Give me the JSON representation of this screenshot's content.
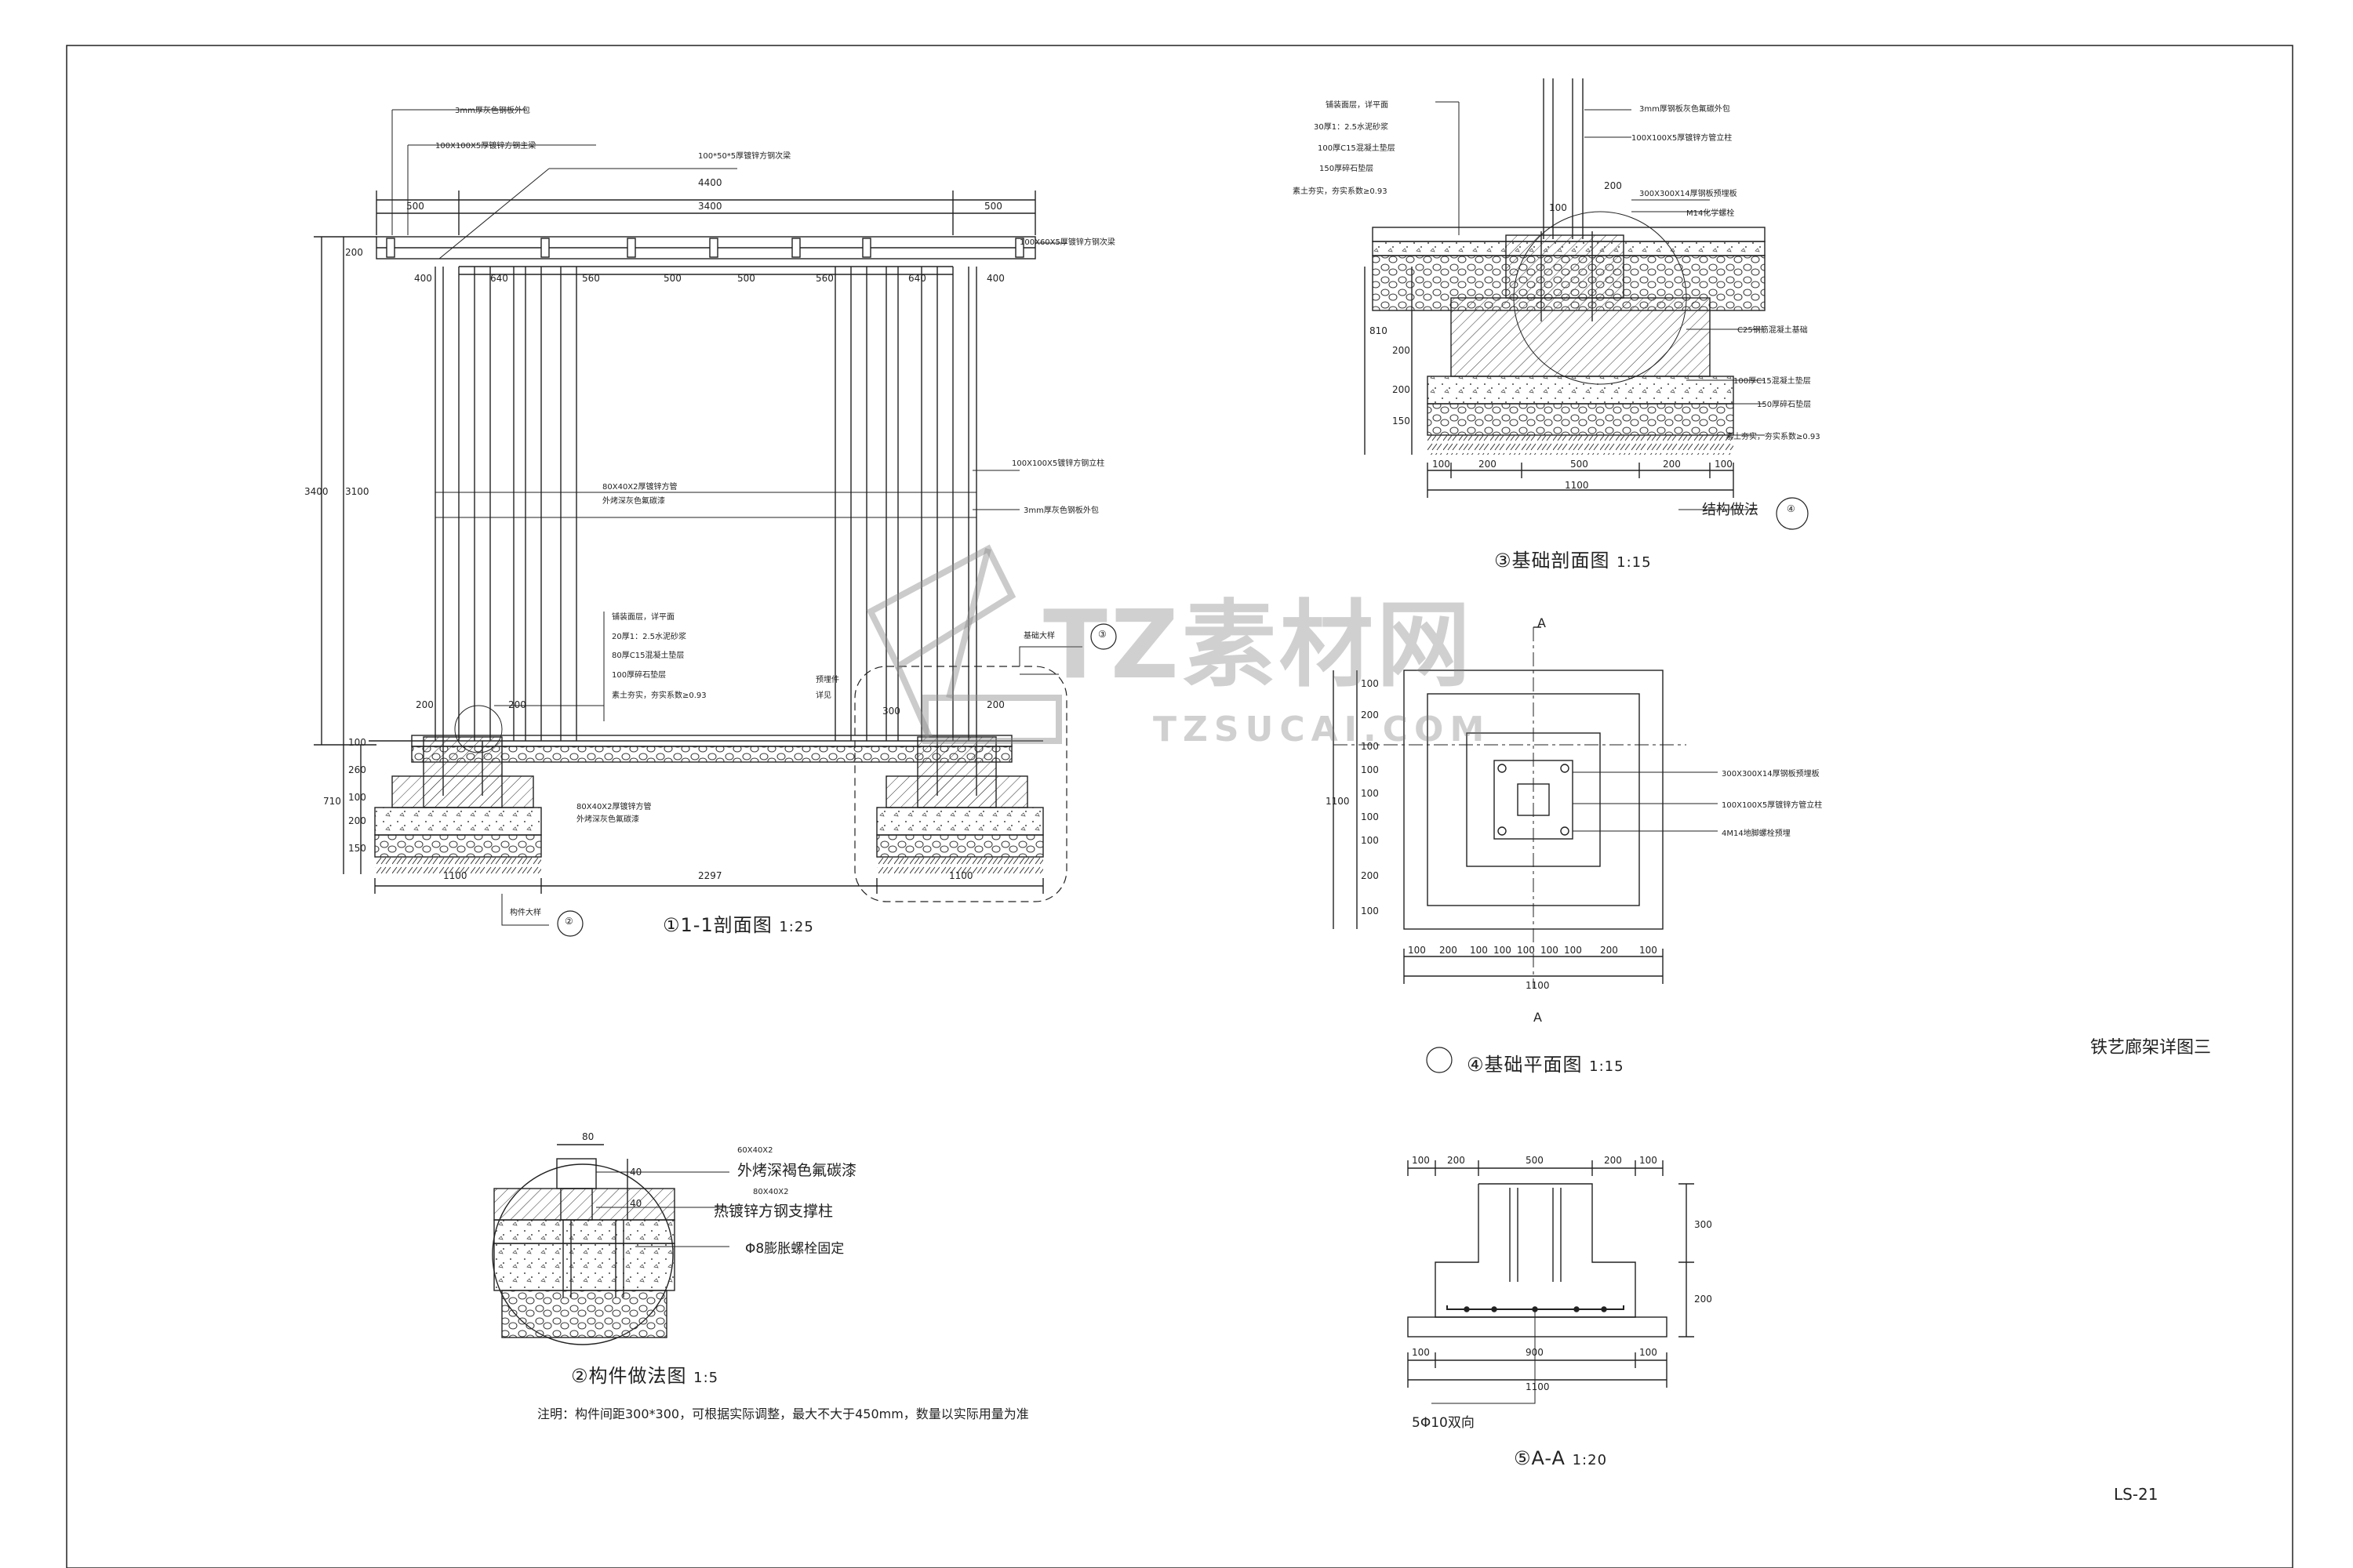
{
  "sheet": {
    "title_block": "铁艺廊架详图三",
    "sheet_number": "LS-21"
  },
  "watermark": {
    "brand": "TZ素材网",
    "url": "TZSUCAI.COM"
  },
  "views": {
    "section_1": {
      "num": "①",
      "name": "1-1剖面图",
      "scale": "1:25"
    },
    "detail_2": {
      "num": "②",
      "name": "构件做法图",
      "scale": "1:5"
    },
    "foundation_section_3": {
      "num": "③",
      "name": "基础剖面图",
      "scale": "1:15"
    },
    "foundation_plan_4": {
      "num": "④",
      "name": "基础平面图",
      "scale": "1:15"
    },
    "section_5": {
      "num": "⑤",
      "name": "A-A",
      "scale": "1:20"
    }
  },
  "callouts": {
    "section_1": {
      "top_cover": "3mm厚灰色钢板外包",
      "beam": "100X100X5厚镀锌方钢主梁",
      "purlin": "100*50*5厚镀锌方钢次梁",
      "side_beam": "100X60X5厚镀锌方钢次梁",
      "column": "100X100X5镀锌方钢立柱",
      "column_cover": "3mm厚灰色钢板外包",
      "mid_note": "80X40X2厚镀锌方管",
      "mid_note_2": "外烤深灰色氟碳漆",
      "floor_1": "铺装面层，详平面",
      "floor_2": "20厚1：2.5水泥砂浆",
      "floor_3": "80厚C15混凝土垫层",
      "floor_4": "100厚碎石垫层",
      "floor_5": "素土夯实，夯实系数≥0.93",
      "fd_detail_tag": "基础大样",
      "comp_detail_tag": "构件大样",
      "under_note": "80X40X2厚镀锌方管",
      "under_note_2": "外烤深灰色氟碳漆",
      "fd_mid": "预埋件",
      "fd_mid_2": "详见"
    },
    "foundation_section_3": {
      "l1": "铺装面层，详平面",
      "l2": "30厚1：2.5水泥砂浆",
      "l3": "100厚C15混凝土垫层",
      "l4": "150厚碎石垫层",
      "l5": "素土夯实，夯实系数≥0.93",
      "r1": "3mm厚钢板灰色氟碳外包",
      "r2": "100X100X5厚镀锌方管立柱",
      "r3": "300X300X14厚钢板预埋板",
      "r4": "M14化学螺栓",
      "r5": "C25钢筋混凝土基础",
      "r6": "100厚C15混凝土垫层",
      "r7": "150厚碎石垫层",
      "r8": "素土夯实，夯实系数≥0.93",
      "struct_note": "结构做法"
    },
    "foundation_plan_4": {
      "r1": "300X300X14厚钢板预埋板",
      "r2": "100X100X5厚镀锌方管立柱",
      "r3": "4M14地脚螺栓预埋"
    },
    "detail_2": {
      "c1": "外烤深褐色氟碳漆",
      "c2": "热镀锌方钢支撑柱",
      "c3": "Φ8膨胀螺栓固定",
      "s1": "60X40X2",
      "s2": "80X40X2"
    },
    "section_5": {
      "rebar": "5Φ10双向"
    },
    "note": "注明：构件间距300*300，可根据实际调整，最大不大于450mm，数量以实际用量为准"
  },
  "dims": {
    "s1_top_overall": "4400",
    "s1_top_left": "500",
    "s1_top_mid": "3400",
    "s1_top_right": "500",
    "s1_sub": [
      "400",
      "640",
      "560",
      "500",
      "500",
      "560",
      "640",
      "400"
    ],
    "s1_left": [
      "200",
      "3100",
      "3400"
    ],
    "s1_left_low": [
      "100",
      "260",
      "100",
      "200",
      "150",
      "710"
    ],
    "s1_bottom": [
      "1100",
      "2297",
      "1100"
    ],
    "s1_inner": [
      "200",
      "200",
      "300",
      "200"
    ],
    "fs3_top": [
      "100",
      "200"
    ],
    "fs3_left": [
      "810",
      "200",
      "150",
      "200"
    ],
    "fs3_bottom": [
      "100",
      "200",
      "500",
      "200",
      "100",
      "1100"
    ],
    "fp4_left": [
      "100",
      "200",
      "100",
      "100",
      "100",
      "100",
      "100",
      "200",
      "100",
      "1100"
    ],
    "fp4_bottom": [
      "100",
      "200",
      "100",
      "100",
      "100",
      "100",
      "100",
      "200",
      "100",
      "1100"
    ],
    "d2_top": "80",
    "d2_side": [
      "40",
      "40"
    ],
    "s5_top": [
      "100",
      "200",
      "500",
      "200",
      "100"
    ],
    "s5_right": [
      "300",
      "200"
    ],
    "s5_bottom": [
      "100",
      "900",
      "100",
      "1100"
    ],
    "section_marker": "A"
  }
}
